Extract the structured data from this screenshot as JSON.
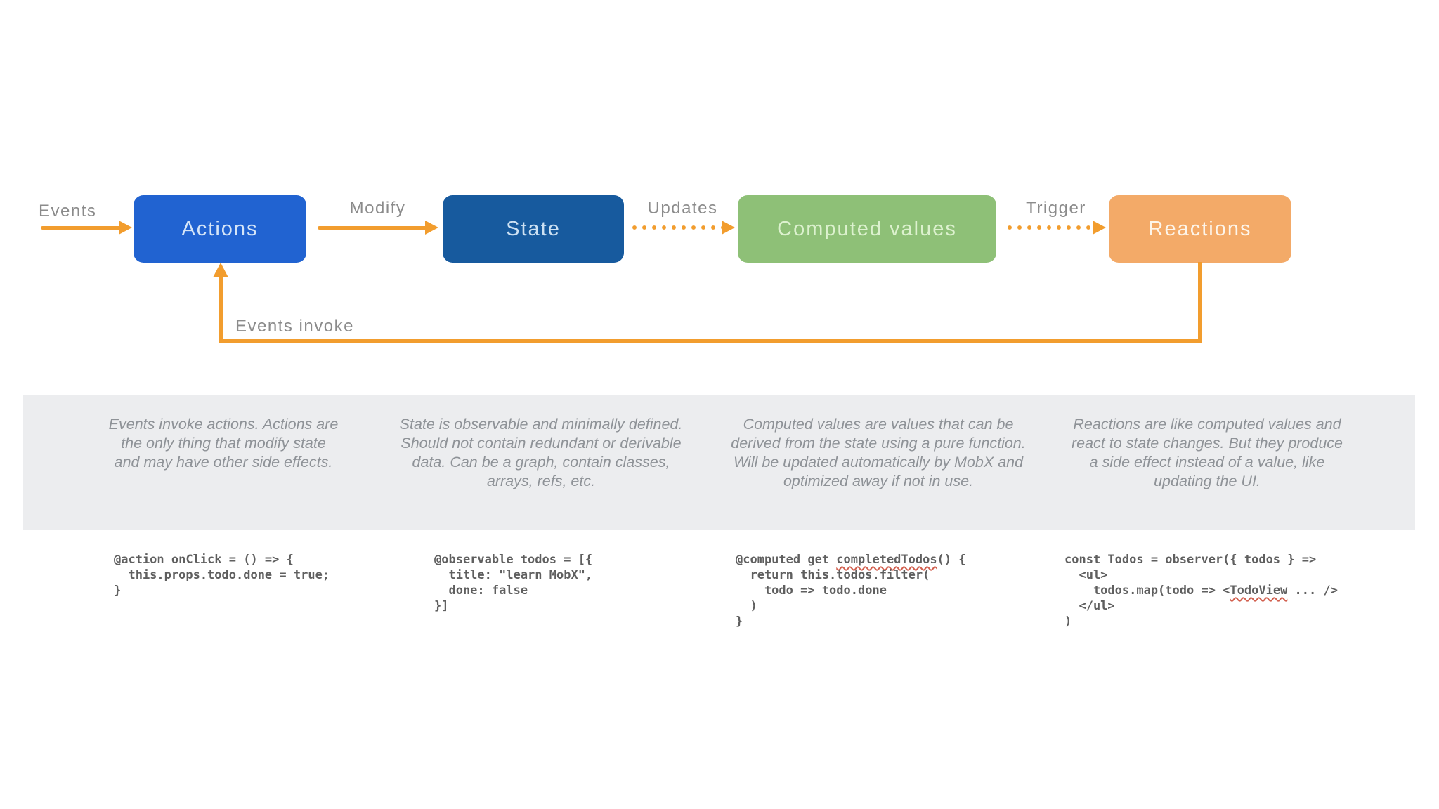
{
  "theme": {
    "bg": "#ffffff",
    "arrow_color": "#f29d2e",
    "label_color": "#8b8b8b",
    "desc_color": "#8e9297",
    "code_color": "#5f5f5f",
    "squiggle_color": "#d2604f",
    "band_bg": "#ecedef"
  },
  "flow": {
    "nodes": [
      {
        "id": "actions",
        "label": "Actions",
        "bg": "#2163d1",
        "text_color": "#d5e5f8"
      },
      {
        "id": "state",
        "label": "State",
        "bg": "#175a9e",
        "text_color": "#cde1f3"
      },
      {
        "id": "computed",
        "label": "Computed values",
        "bg": "#8ec077",
        "text_color": "#dcf1ce"
      },
      {
        "id": "reactions",
        "label": "Reactions",
        "bg": "#f3aa68",
        "text_color": "#fdf5ea"
      }
    ],
    "labels": {
      "events": "Events",
      "modify": "Modify",
      "updates": "Updates",
      "trigger": "Trigger",
      "feedback": "Events invoke"
    }
  },
  "descriptions": [
    "Events invoke actions. Actions are the only thing that modify state and may have other side effects.",
    "State is observable and minimally defined. Should not contain redundant or derivable data. Can be a graph, contain classes, arrays, refs, etc.",
    "Computed values are values that can be derived from the state using a pure function. Will be updated automatically by MobX and optimized away if not in use.",
    "Reactions are like computed values and react to state changes. But they produce a side effect instead of a value, like updating the UI."
  ],
  "code_snippets": [
    [
      {
        "t": "@action onClick = () => {\n  this.props.todo.done = true;\n}"
      }
    ],
    [
      {
        "t": "@observable todos = [{\n  title: \"learn MobX\",\n  done: false\n}]"
      }
    ],
    [
      {
        "t": "@computed get "
      },
      {
        "t": "completedTodos",
        "sq": true
      },
      {
        "t": "() {\n  return this.todos.filter(\n    todo => todo.done\n  )\n}"
      }
    ],
    [
      {
        "t": "const Todos = observer({ todos } =>\n  <ul>\n    todos.map(todo => <"
      },
      {
        "t": "TodoView",
        "sq": true
      },
      {
        "t": " ... />\n  </ul>\n)"
      }
    ]
  ]
}
